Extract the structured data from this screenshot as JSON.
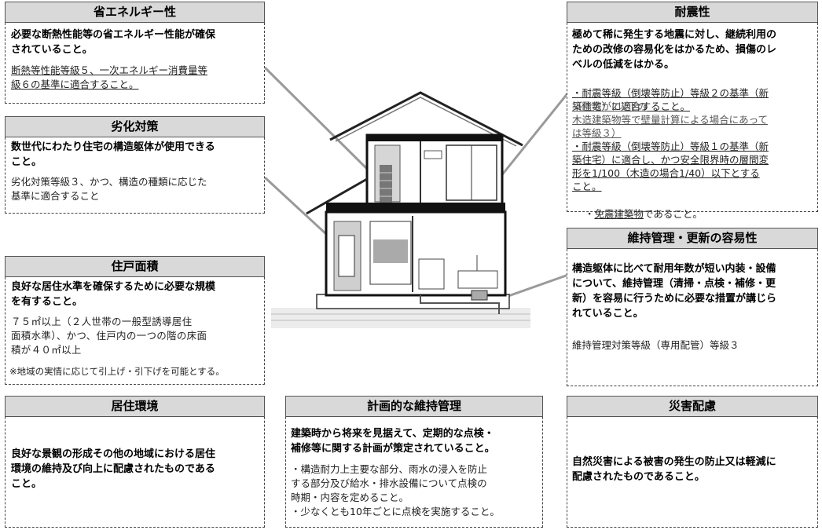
{
  "energy": {
    "title": "省エネルギー性",
    "lead": "必要な断熱性能等の省エネルギー性能が確保\nされていること。",
    "body": "断熱等性能等級５、一次エネルギー消費量等\n級６の基準に適合すること。"
  },
  "deterioration": {
    "title": "劣化対策",
    "lead": "数世代にわたり住宅の構造躯体が使用できる\nこと。",
    "body": "劣化対策等級３、かつ、構造の種類に応じた\n基準に適合すること"
  },
  "area": {
    "title": "住戸面積",
    "lead": "良好な居住水準を確保するために必要な規模\nを有すること。",
    "body": "７５㎡以上（２人世帯の一般型誘導居住\n面積水準）、かつ、住戸内の一つの階の床面\n積が４０㎡以上",
    "note": "※地域の実情に応じて引上げ・引下げを可能とする。"
  },
  "environment": {
    "title": "居住環境",
    "lead": "良好な景観の形成その他の地域における居住\n環境の維持及び向上に配慮されたものである\nこと。"
  },
  "planned": {
    "title": "計画的な維持管理",
    "lead": "建築時から将来を見据えて、定期的な点検・\n補修等に関する計画が策定されていること。",
    "body": "・構造耐力上主要な部分、雨水の浸入を防止\nする部分及び給水・排水設備について点検の\n時期・内容を定めること。\n・少なくとも10年ごとに点検を実施すること。"
  },
  "seismic": {
    "title": "耐震性",
    "lead": "極めて稀に発生する地震に対し、継続利用の\nための改修の容易化をはかるため、損傷のレ\nベルの低減をはかる。",
    "item1a": "・耐震等級（倒壊等防止）等級２の基準（新\n築住宅）に適合すること。",
    "item1b": "（階数が2以下の\n木造建築物等で壁量計算による場合にあって\nは等級３）",
    "item2": "・耐震等級（倒壊等防止）等級１の基準（新\n築住宅）に適合し、かつ安全限界時の層間変\n形を1/100（木造の場合1/40）以下とする\nこと。",
    "item3_prefix": "・",
    "item3_link": "免震建築物",
    "item3_suffix": "であること。"
  },
  "maintenance": {
    "title": "維持管理・更新の容易性",
    "lead": "構造躯体に比べて耐用年数が短い内装・設備\nについて、維持管理（清掃・点検・補修・更\n新）を容易に行うために必要な措置が講じら\nれていること。",
    "body": "維持管理対策等級（専用配管）等級３"
  },
  "disaster": {
    "title": "災害配慮",
    "lead": "自然災害による被害の発生の防止又は軽減に\n配慮されたものであること。"
  },
  "colors": {
    "header_bg": "#d9d9d9",
    "border": "#444444",
    "leader": "#999999",
    "wall": "#1a1a1a"
  }
}
